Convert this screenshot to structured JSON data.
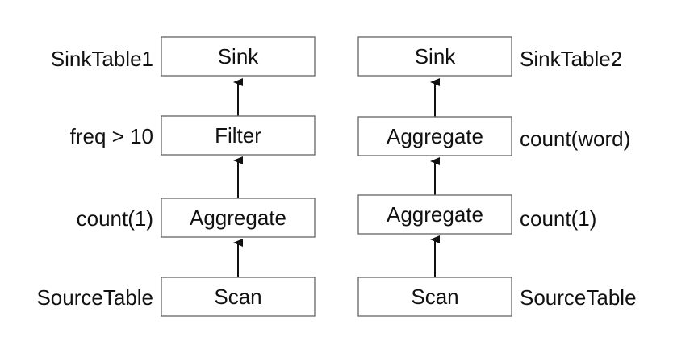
{
  "pipelines": [
    {
      "id": "left",
      "label_side": "left",
      "nodes": [
        {
          "label": "Sink",
          "annotation": "SinkTable1"
        },
        {
          "label": "Filter",
          "annotation": "freq > 10"
        },
        {
          "label": "Aggregate",
          "annotation": "count(1)"
        },
        {
          "label": "Scan",
          "annotation": "SourceTable"
        }
      ]
    },
    {
      "id": "right",
      "label_side": "right",
      "nodes": [
        {
          "label": "Sink",
          "annotation": "SinkTable2"
        },
        {
          "label": "Aggregate",
          "annotation": "count(word)"
        },
        {
          "label": "Aggregate",
          "annotation": "count(1)"
        },
        {
          "label": "Scan",
          "annotation": "SourceTable"
        }
      ]
    }
  ],
  "edge_direction": "upward"
}
